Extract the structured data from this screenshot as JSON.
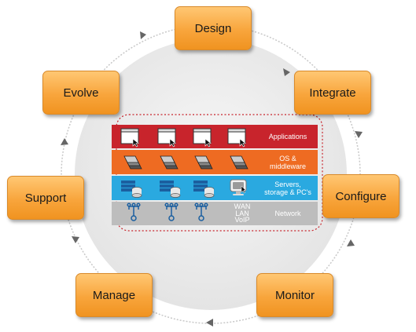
{
  "stages": {
    "design": "Design",
    "integrate": "Integrate",
    "configure": "Configure",
    "monitor": "Monitor",
    "manage": "Manage",
    "support": "Support",
    "evolve": "Evolve"
  },
  "layers": {
    "applications": "Applications",
    "os_line1": "OS &",
    "os_line2": "middleware",
    "servers_line1": "Servers,",
    "servers_line2": "storage & PC's",
    "network": "Network",
    "wan": "WAN",
    "lan": "LAN",
    "voip": "VoIP"
  },
  "colors": {
    "stage_box": "#f8a53c",
    "applications": "#c8242c",
    "os_middleware": "#ee6b22",
    "servers": "#2aa9e0",
    "network": "#bdbdbd",
    "dashed_outline": "#c8242c"
  }
}
